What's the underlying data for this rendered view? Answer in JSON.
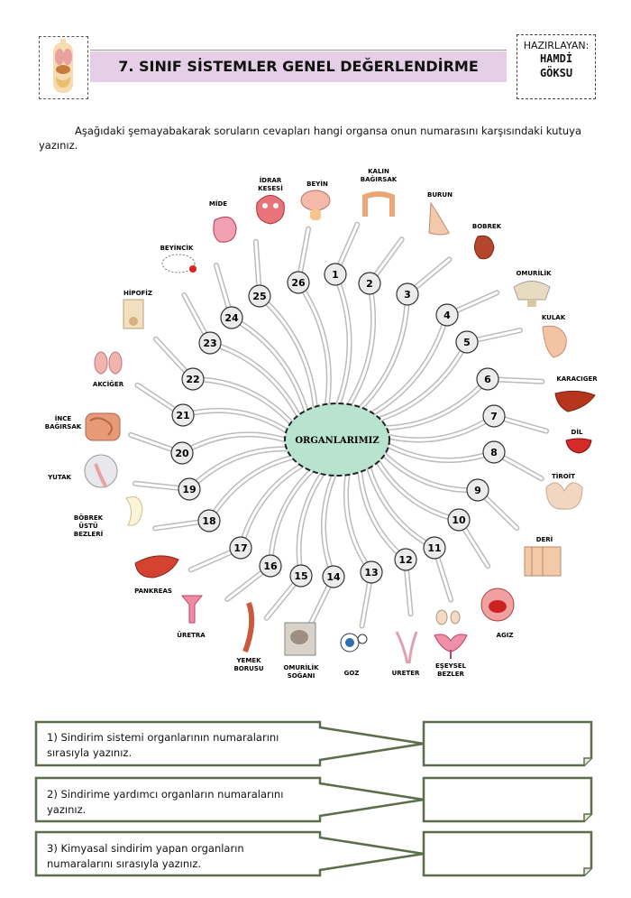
{
  "header": {
    "title": "7. SINIF SİSTEMLER GENEL DEĞERLENDİRME",
    "author_label": "HAZIRLAYAN:",
    "author_first": "HAMDİ",
    "author_last": "GÖKSU"
  },
  "instruction": "Aşağıdaki şemayabakarak soruların cevapları hangi organsa onun numarasını karşısındaki kutuya yazınız.",
  "center_label": "ORGANLARIMIZ",
  "numbers": [
    "1",
    "2",
    "3",
    "4",
    "5",
    "6",
    "7",
    "8",
    "9",
    "10",
    "11",
    "12",
    "13",
    "14",
    "15",
    "16",
    "17",
    "18",
    "19",
    "20",
    "21",
    "22",
    "23",
    "24",
    "25",
    "26"
  ],
  "organs": {
    "idrar_kesesi": [
      "İDRAR",
      "KESESİ"
    ],
    "beyin": "BEYİN",
    "kalin_bagirsak": [
      "KALIN",
      "BAĞIRSAK"
    ],
    "burun": "BURUN",
    "mide": "MİDE",
    "bobrek": "BOBREK",
    "beyincik": "BEYİNCİK",
    "omurilik": "OMURİLİK",
    "hipofiz": "HİPOFİZ",
    "kulak": "KULAK",
    "akciger": "AKCİĞER",
    "karaciger": "KARACIGER",
    "ince_bagirsak": [
      "İNCE",
      "BAĞIRSAK"
    ],
    "dil": "DİL",
    "yutak": "YUTAK",
    "tiroit": "TİROİT",
    "bobrek_ustu": [
      "BÖBREK",
      "ÜSTÜ",
      "BEZLERİ"
    ],
    "deri": "DERİ",
    "pankreas": "PANKREAS",
    "agiz": "AGIZ",
    "uretra": "ÜRETRA",
    "yemek_borusu": [
      "YEMEK",
      "BORUSU"
    ],
    "omurilik_sogani": [
      "OMURİLİK",
      "SOĞANI"
    ],
    "goz": "GOZ",
    "ureter": "URETER",
    "esey": [
      "EŞEYSEL",
      "BEZLER"
    ]
  },
  "questions": [
    {
      "line1": "1) Sindirim sistemi organlarının numaralarını",
      "line2": "sırasıyla yazınız."
    },
    {
      "line1": "2) Sindirime yardımcı organların numaralarını",
      "line2": "yazınız."
    },
    {
      "line1": "3) Kimyasal sindirim yapan organların",
      "line2": "numaralarını sırasıyla yazınız."
    }
  ],
  "colors": {
    "title_band": "#e5cfe6",
    "center_fill": "#b7e3cf",
    "question_border": "#5b6e4a"
  }
}
